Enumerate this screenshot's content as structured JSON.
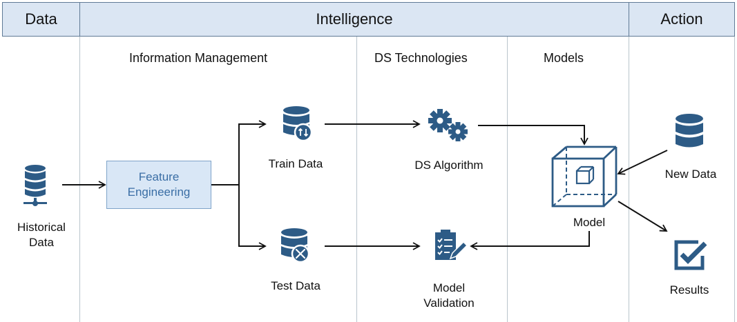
{
  "headers": {
    "data": "Data",
    "intelligence": "Intelligence",
    "action": "Action"
  },
  "subheaders": {
    "information_management": "Information Management",
    "ds_technologies": "DS Technologies",
    "models": "Models"
  },
  "nodes": {
    "historical_data": [
      "Historical",
      "Data"
    ],
    "feature_engineering": [
      "Feature",
      "Engineering"
    ],
    "train_data": "Train Data",
    "test_data": "Test Data",
    "ds_algorithm": "DS Algorithm",
    "model_validation": [
      "Model",
      "Validation"
    ],
    "model": "Model",
    "new_data": "New Data",
    "results": "Results"
  },
  "colors": {
    "icon": "#2d5b86",
    "header_bg": "#dbe6f3",
    "box_bg": "#d9e7f6",
    "box_text": "#3a6ea5"
  },
  "icons": {
    "historical_data": "database-network-icon",
    "train_data": "database-sync-icon",
    "test_data": "database-tools-icon",
    "ds_algorithm": "gears-icon",
    "model_validation": "checklist-edit-icon",
    "model": "cube-icon",
    "new_data": "database-icon",
    "results": "checkbox-icon"
  }
}
